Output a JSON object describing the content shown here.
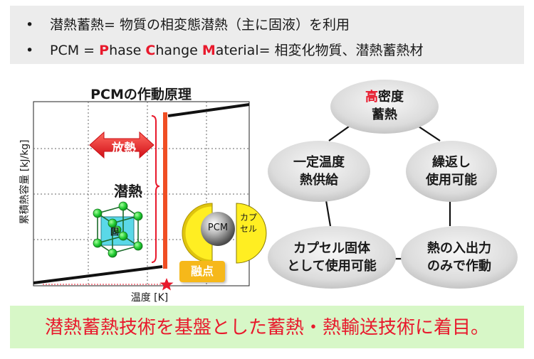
{
  "bullets": [
    {
      "text": "潜熱蓄熱= 物質の相変態潜熱（主に固液）を利用"
    },
    {
      "parts": [
        {
          "text": "PCM = ",
          "style": "normal"
        },
        {
          "text": "P",
          "style": "red"
        },
        {
          "text": "hase ",
          "style": "normal"
        },
        {
          "text": "C",
          "style": "red"
        },
        {
          "text": "hange ",
          "style": "normal"
        },
        {
          "text": "M",
          "style": "red"
        },
        {
          "text": "aterial= 相変化物質、潜熱蓄熱材",
          "style": "normal"
        }
      ]
    }
  ],
  "bullet_symbol": "•",
  "diagram": {
    "title": "PCMの作動原理",
    "ylabel": "累積熱容量 [kJ/kg]",
    "xlabel": "温度 [K]",
    "release_label": "放熱",
    "latent_label": "潜熱",
    "solid_label": "固",
    "melting_label": "融点",
    "pcm_label": "PCM",
    "capsule_label_line1": "カプ",
    "capsule_label_line2": "セル"
  },
  "cycle": {
    "top": {
      "highlight": "高",
      "line1_rest": "密度",
      "line2": "蓄熱"
    },
    "left": {
      "line1": "一定温度",
      "line2": "熱供給"
    },
    "right": {
      "line1": "繰返し",
      "line2": "使用可能"
    },
    "bottom_left": {
      "line1": "カプセル固体",
      "line2": "として使用可能"
    },
    "bottom_right": {
      "line1": "熱の入出力",
      "line2": "のみで作動"
    }
  },
  "footer": "潜熱蓄熱技術を基盤とした蓄熱・熱輸送技術に着目。",
  "colors": {
    "accent_red": "#e8192c",
    "latent_bar": "#f04e23",
    "melt_label_bg": "#f6b81a",
    "footer_bg": "#d7f7c7",
    "bullet_bg": "#ececec",
    "crystal_green": "#22cc33",
    "crystal_cyan": "#5ad8e8",
    "capsule_yellow": "#ffee22"
  }
}
